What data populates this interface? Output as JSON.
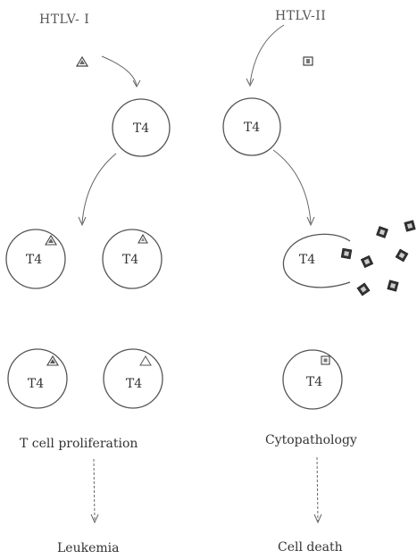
{
  "viruses": {
    "left": "HTLV- I",
    "right": "HTLV-II"
  },
  "cell_label": "T4",
  "captions": {
    "left": "T cell proliferation",
    "right": "Cytopathology"
  },
  "outcomes": {
    "left": "Leukemia",
    "right": "Cell death"
  },
  "colors": {
    "line": "#555555",
    "particle": "#333333"
  }
}
